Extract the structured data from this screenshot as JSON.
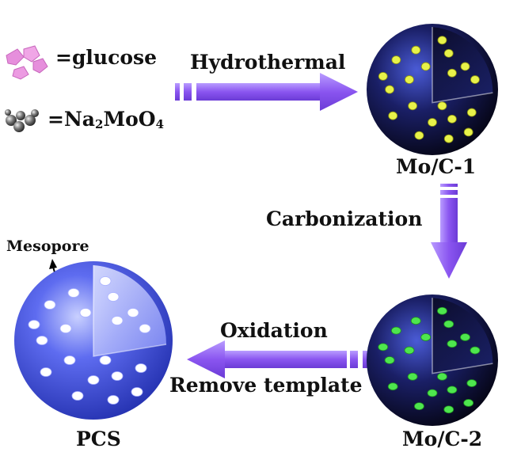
{
  "legend": {
    "glucose_label": "=glucose",
    "na2moo4_prefix": "=Na",
    "na2moo4_sub1": "2",
    "na2moo4_mid": "MoO",
    "na2moo4_sub2": "4"
  },
  "steps": {
    "hydrothermal": "Hydrothermal",
    "carbonization": "Carbonization",
    "oxidation": "Oxidation",
    "remove_template": "Remove template"
  },
  "spheres": {
    "mo_c_1": "Mo/C-1",
    "mo_c_2": "Mo/C-2",
    "pcs": "PCS"
  },
  "annotations": {
    "mesopore": "Mesopore"
  },
  "colors": {
    "arrow": "#8f5cf2",
    "glucose": "#e18ad8",
    "na2moo4": "#555555",
    "mo_c_1_dots": "#e8f24a",
    "mo_c_2_dots": "#4ee64e",
    "pcs_dots": "#ffffff",
    "sphere_dark": "#0b0b2e",
    "sphere_blue": "#2f3ec9"
  }
}
